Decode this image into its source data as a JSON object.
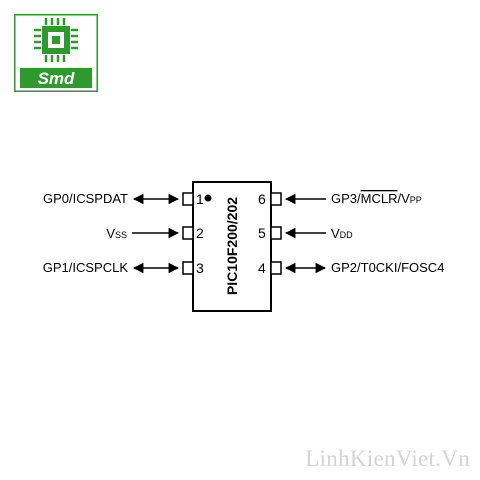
{
  "logo": {
    "text": "Smd",
    "color": "#2e9a2e"
  },
  "chip": {
    "part_number": "PIC10F200/202",
    "pins": [
      {
        "num": "1",
        "label": "GP0/ICSPDAT",
        "side": "left",
        "direction": "bidirectional"
      },
      {
        "num": "2",
        "label_main": "V",
        "label_sub": "SS",
        "side": "left",
        "direction": "input"
      },
      {
        "num": "3",
        "label": "GP1/ICSPCLK",
        "side": "left",
        "direction": "bidirectional"
      },
      {
        "num": "4",
        "label": "GP2/T0CKI/FOSC4",
        "side": "right",
        "direction": "bidirectional"
      },
      {
        "num": "5",
        "label_main": "V",
        "label_sub": "DD",
        "side": "right",
        "direction": "input"
      },
      {
        "num": "6",
        "label_pre": "GP3/",
        "label_overline": "MCLR",
        "label_post": "/V",
        "label_sub": "PP",
        "side": "right",
        "direction": "input"
      }
    ]
  },
  "watermark": "LinhKienViet.Vn"
}
